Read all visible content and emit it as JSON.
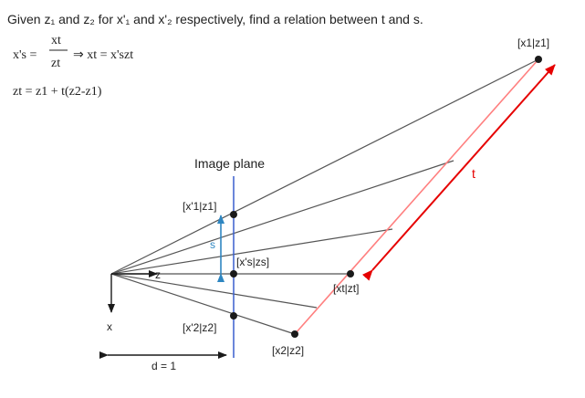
{
  "text": {
    "heading": "Given z₁ and z₂ for x'₁ and x'₂ respectively, find a relation between t and s.",
    "eq1_lhs": "x's =",
    "eq1_num": "xt",
    "eq1_den": "zt",
    "eq1_rhs": "⇒ xt = x'szt",
    "eq2": "zt = z1 + t(z2-z1)",
    "image_plane": "Image plane",
    "label_p1": "[x1|z1]",
    "label_pt": "[xt|zt]",
    "label_p2": "[x2|z2]",
    "label_q1": "[x'1|z1]",
    "label_qs": "[x's|zs]",
    "label_q2": "[x'2|z2]",
    "label_s": "s",
    "label_t": "t",
    "label_z": "z",
    "label_x": "x",
    "label_d": "d = 1"
  },
  "colors": {
    "black": "#1a1a1a",
    "gray": "#555555",
    "blue": "#3a5fcd",
    "s_arrow": "#2e86c1",
    "red": "#e60000",
    "pink": "#ff7f7f"
  }
}
